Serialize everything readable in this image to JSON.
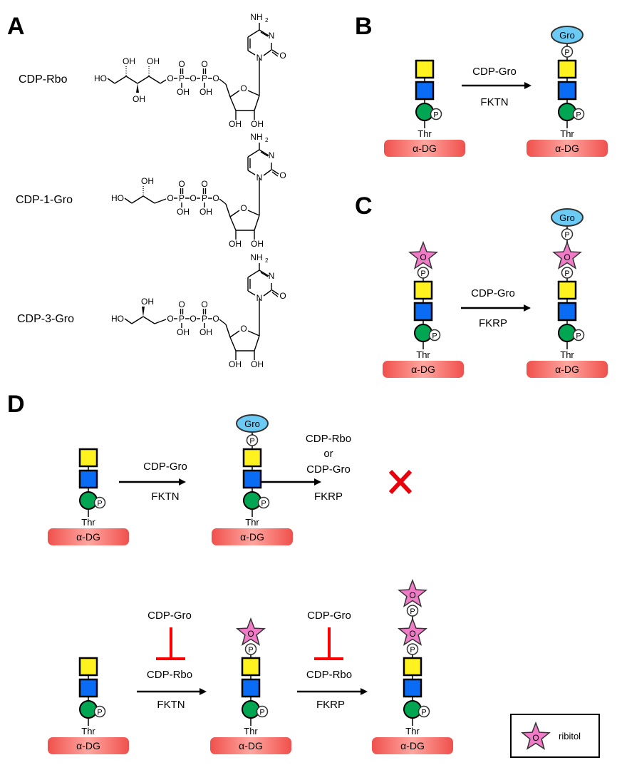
{
  "panels": {
    "A": {
      "label": "A",
      "molecules": [
        {
          "name": "CDP-Rbo"
        },
        {
          "name": "CDP-1-Gro"
        },
        {
          "name": "CDP-3-Gro"
        }
      ],
      "atoms": {
        "OH": "OH",
        "HO": "HO",
        "O": "O",
        "P": "P",
        "N": "N",
        "NH": "NH",
        "sub2": "2"
      }
    },
    "B": {
      "label": "B",
      "reaction": {
        "substrate": "CDP-Gro",
        "enzyme": "FKTN"
      }
    },
    "C": {
      "label": "C",
      "reaction": {
        "substrate": "CDP-Gro",
        "enzyme": "FKRP"
      }
    },
    "D": {
      "label": "D",
      "row1": {
        "reaction1": {
          "substrate": "CDP-Gro",
          "enzyme": "FKTN"
        },
        "reaction2": {
          "substrate_line1": "CDP-Rbo",
          "substrate_line2": "or",
          "substrate_line3": "CDP-Gro",
          "enzyme": "FKRP"
        },
        "result": "blocked"
      },
      "row2": {
        "reaction1": {
          "inhibitor": "CDP-Gro",
          "substrate": "CDP-Rbo",
          "enzyme": "FKTN"
        },
        "reaction2": {
          "inhibitor": "CDP-Gro",
          "substrate": "CDP-Rbo",
          "enzyme": "FKRP"
        }
      }
    }
  },
  "glycan": {
    "thr": "Thr",
    "protein": "α-DG",
    "phosphate": "P",
    "glycerol": "Gro",
    "ribitol_symbol": "O"
  },
  "legend": {
    "label": "ribitol"
  },
  "colors": {
    "yellow_square": "#FFF21E",
    "blue_square": "#0A6CF5",
    "green_circle": "#00A651",
    "ribitol_star": "#F07CC8",
    "glycerol_ellipse": "#6CCBF5",
    "protein_bar": "#F25A57",
    "inhibit": "#FF0000",
    "blocked_x": "#E8000B"
  }
}
